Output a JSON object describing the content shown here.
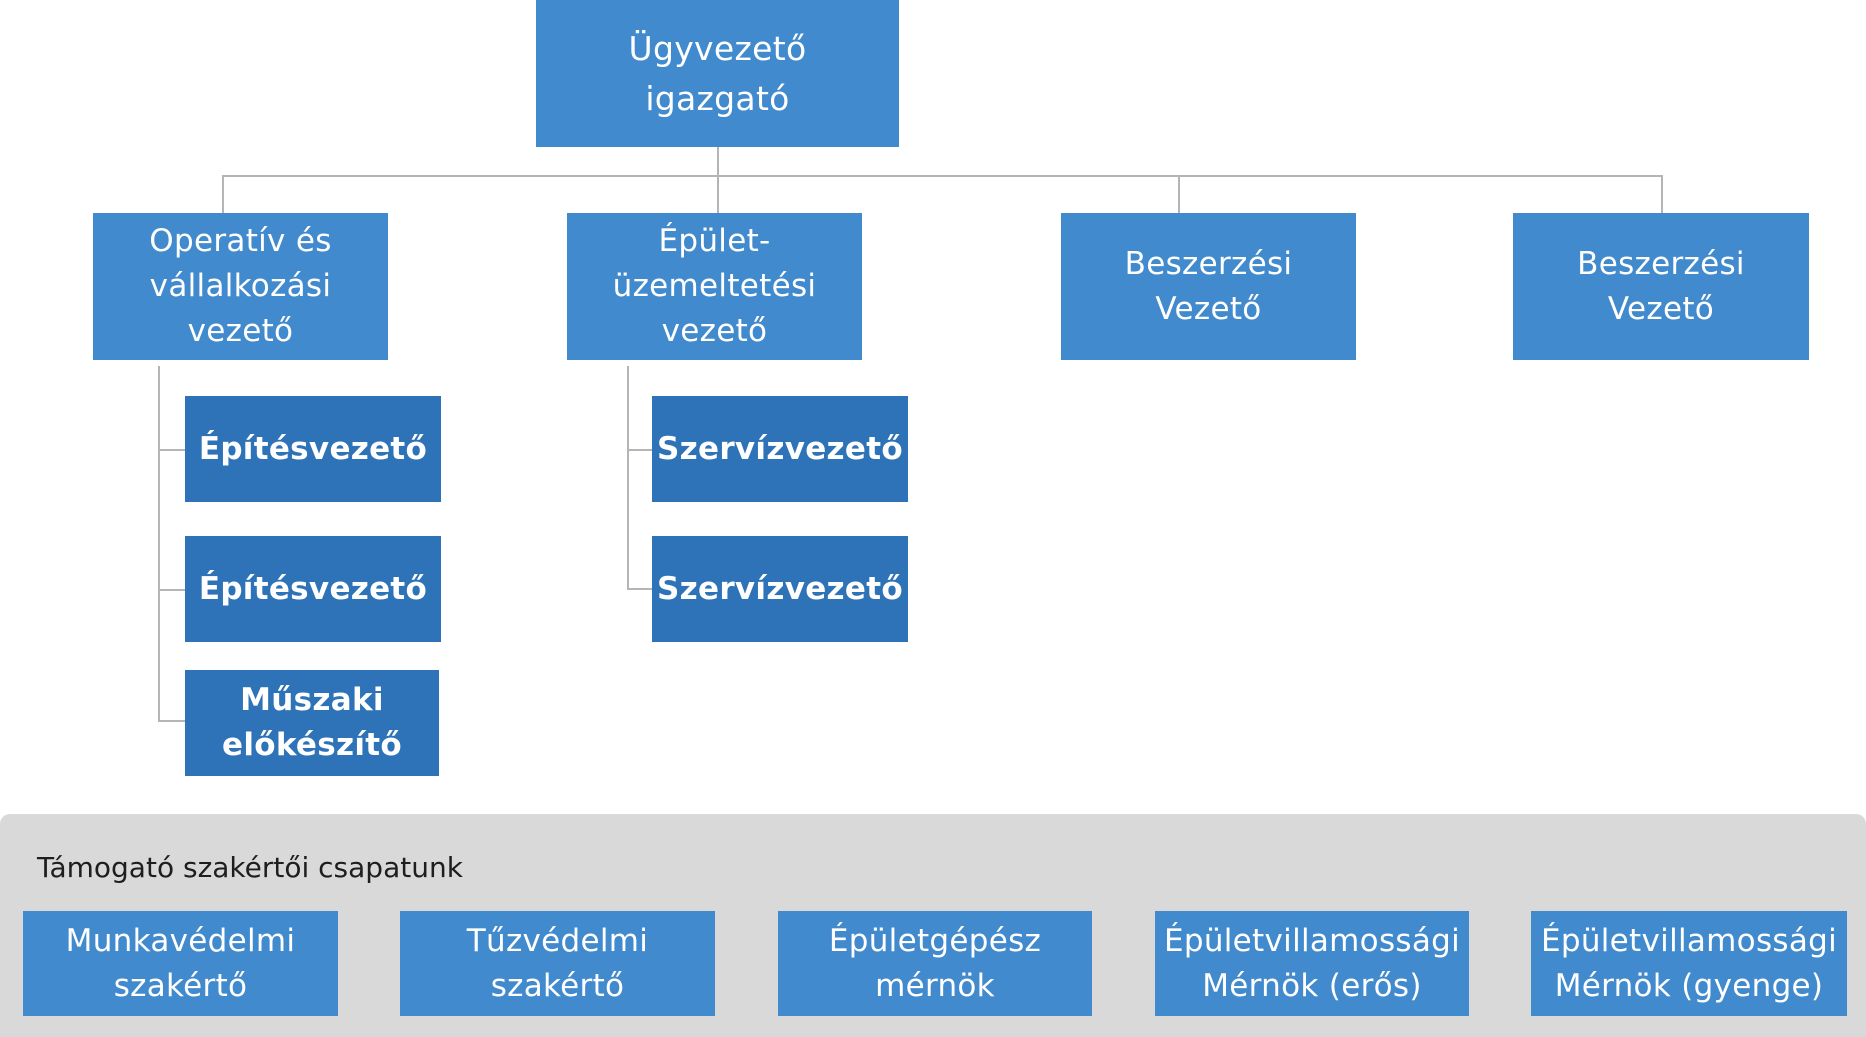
{
  "org_chart": {
    "root": {
      "label": "Ügyvezető\nigazgató"
    },
    "managers": [
      {
        "label": "Operatív és\nvállalkozási\nvezető"
      },
      {
        "label": "Épület-\nüzemeltetési\nvezető"
      },
      {
        "label": "Beszerzési\nVezető"
      },
      {
        "label": "Beszerzési\nVezető"
      }
    ],
    "subordinates_left": [
      {
        "label": "Építésvezető"
      },
      {
        "label": "Építésvezető"
      },
      {
        "label": "Műszaki\nelőkészítő"
      }
    ],
    "subordinates_middle": [
      {
        "label": "Szervízvezető"
      },
      {
        "label": "Szervízvezető"
      }
    ]
  },
  "support_team": {
    "title": "Támogató szakértői csapatunk",
    "members": [
      {
        "label": "Munkavédelmi\nszakértő"
      },
      {
        "label": "Tűzvédelmi\nszakértő"
      },
      {
        "label": "Épületgépész\nmérnök"
      },
      {
        "label": "Épületvillamossági\nMérnök (erős)"
      },
      {
        "label": "Épületvillamossági\nMérnök (gyenge)"
      }
    ]
  },
  "colors": {
    "box_fill": "#418ace",
    "sub_box_fill": "#2e73b7",
    "connector": "#b5b5b5",
    "panel": "#d9d9d9"
  }
}
